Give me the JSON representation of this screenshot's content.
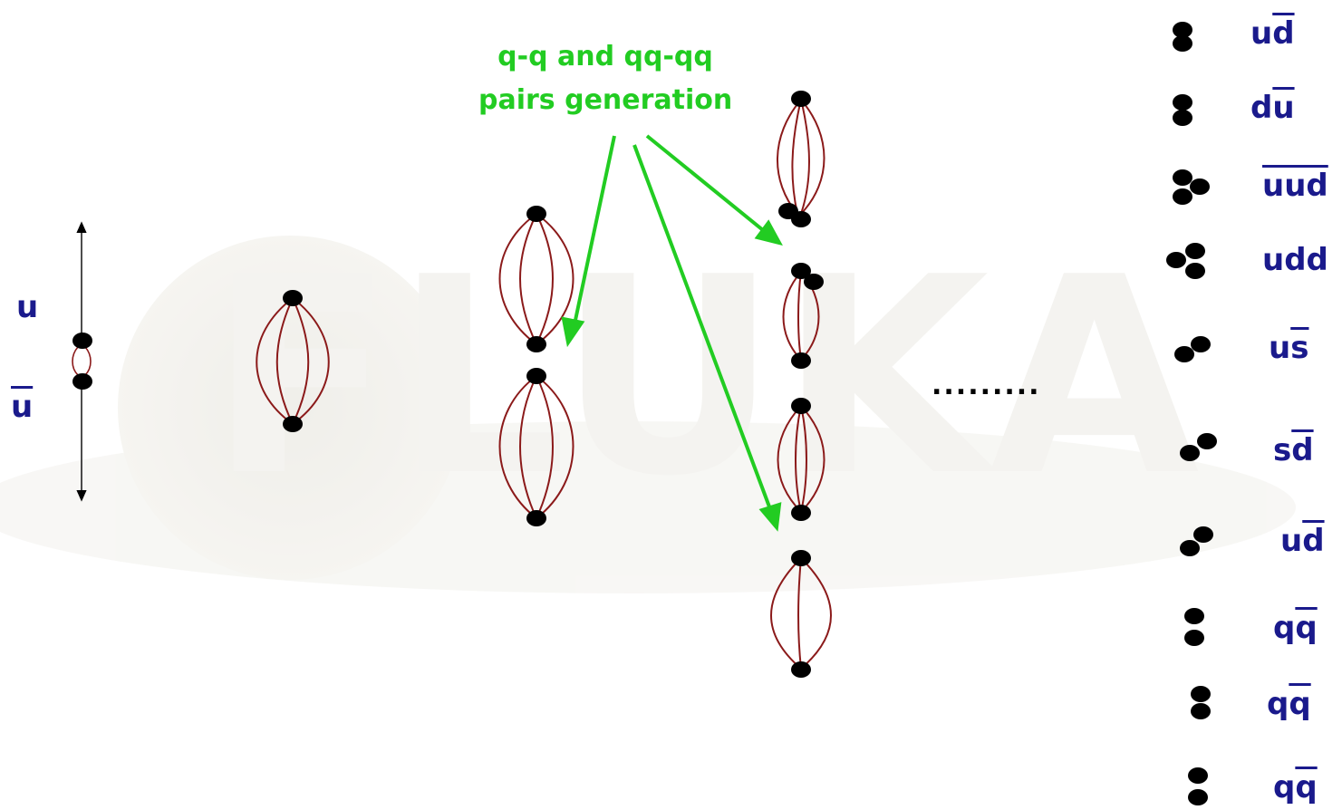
{
  "watermark": {
    "text": "FLUKA"
  },
  "annotation": {
    "line1": "q-q and qq-qq",
    "line2": "pairs generation",
    "color": "#22cc22"
  },
  "quark_labels": {
    "top": "u",
    "bottom_base": "u"
  },
  "ellipsis": ".........",
  "string_color": "#8b1a1a",
  "hadrons": [
    {
      "base": "u",
      "over": "d"
    },
    {
      "base": "d",
      "over": "u"
    },
    {
      "base": "",
      "over": "uud"
    },
    {
      "base": "udd",
      "over": ""
    },
    {
      "base": "u",
      "over": "s"
    },
    {
      "base": "s",
      "over": "d"
    },
    {
      "base": "u",
      "over": "d"
    },
    {
      "base": "q",
      "over": "q"
    },
    {
      "base": "q",
      "over": "q"
    },
    {
      "base": "q",
      "over": "q"
    }
  ]
}
